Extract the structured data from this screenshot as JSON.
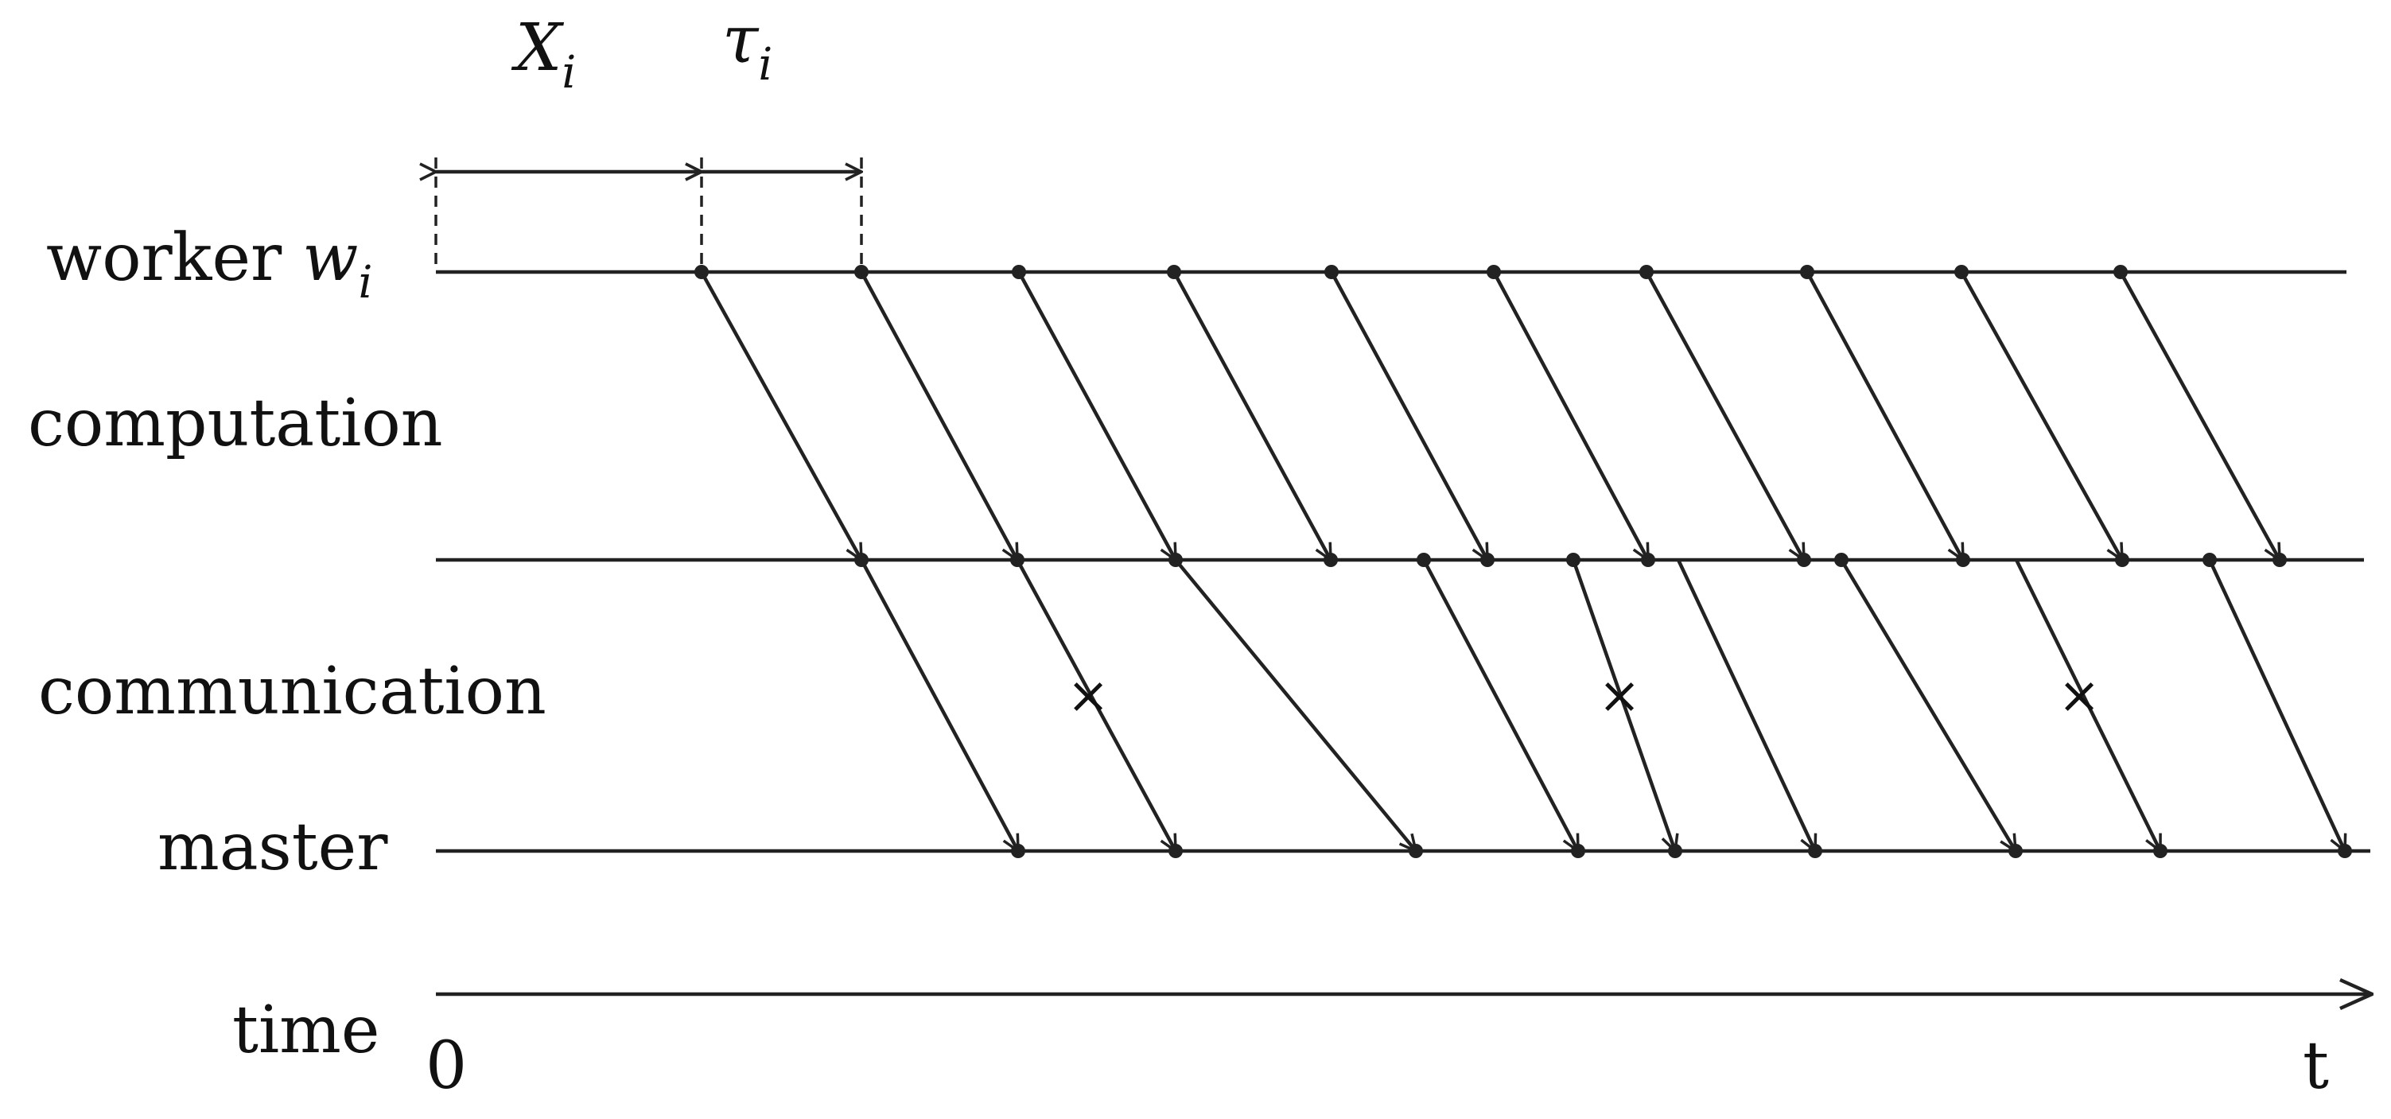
{
  "labels": {
    "worker": "worker ",
    "worker_var": "w",
    "worker_sub": "i",
    "computation": "computation",
    "communication": "communication",
    "master": "master",
    "time": "time",
    "origin": "0",
    "end": "t"
  },
  "intervals": {
    "x": {
      "symbol": "X",
      "sub": "i"
    },
    "tau": {
      "symbol": "τ",
      "sub": "i"
    }
  },
  "lost_marker": "×"
}
